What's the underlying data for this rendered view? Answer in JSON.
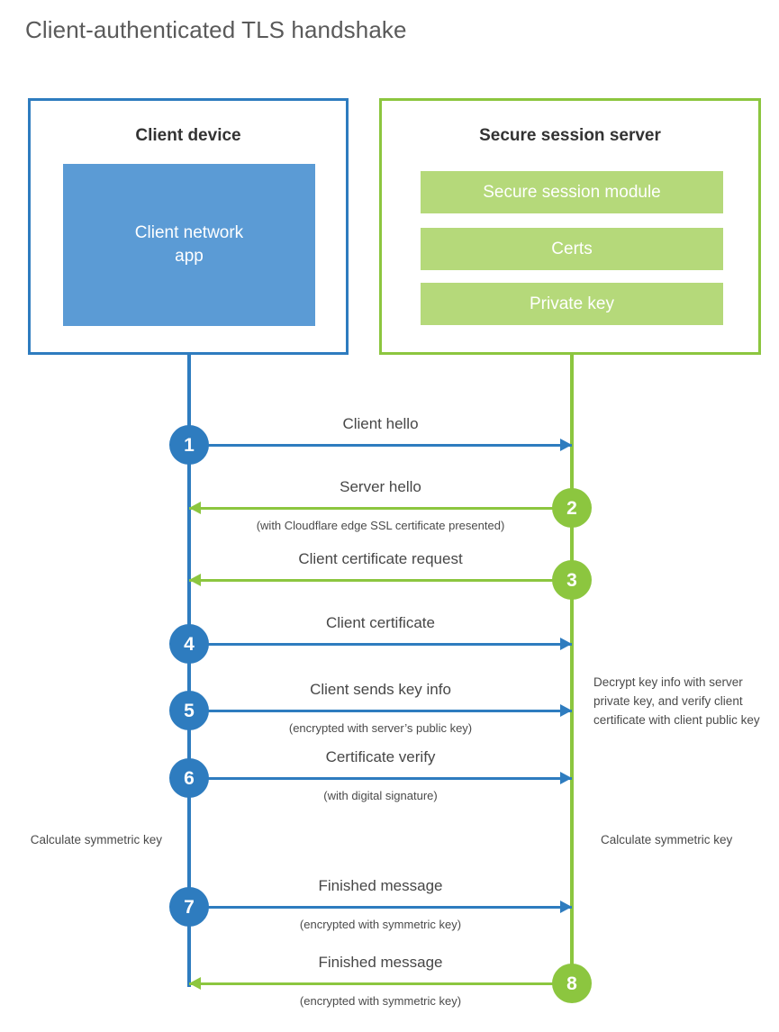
{
  "title": "Client-authenticated TLS handshake",
  "colors": {
    "client_blue": "#2E7CBF",
    "client_app_blue": "#5B9BD5",
    "server_green": "#8CC63F",
    "server_bar_green": "#B5D97A",
    "text_gray": "#4a4a4a",
    "title_gray": "#5a5a5a"
  },
  "client": {
    "title": "Client device",
    "app_label": "Client network\napp"
  },
  "server": {
    "title": "Secure session server",
    "bars": [
      "Secure session module",
      "Certs",
      "Private key"
    ]
  },
  "steps": [
    {
      "number": "1",
      "direction": "client-to-server",
      "label": "Client hello",
      "sublabel": ""
    },
    {
      "number": "2",
      "direction": "server-to-client",
      "label": "Server hello",
      "sublabel": "(with Cloudflare edge SSL certificate presented)"
    },
    {
      "number": "3",
      "direction": "server-to-client",
      "label": "Client certificate request",
      "sublabel": ""
    },
    {
      "number": "4",
      "direction": "client-to-server",
      "label": "Client certificate",
      "sublabel": ""
    },
    {
      "number": "5",
      "direction": "client-to-server",
      "label": "Client sends key info",
      "sublabel": "(encrypted with server’s public key)"
    },
    {
      "number": "6",
      "direction": "client-to-server",
      "label": "Certificate verify",
      "sublabel": "(with digital signature)"
    },
    {
      "number": "7",
      "direction": "client-to-server",
      "label": "Finished message",
      "sublabel": "(encrypted with symmetric key)"
    },
    {
      "number": "8",
      "direction": "server-to-client",
      "label": "Finished message",
      "sublabel": "(encrypted with symmetric key)"
    }
  ],
  "notes": {
    "decrypt": "Decrypt key info with server private key, and verify client certificate with client public key",
    "calculate_client": "Calculate symmetric key",
    "calculate_server": "Calculate symmetric key"
  }
}
